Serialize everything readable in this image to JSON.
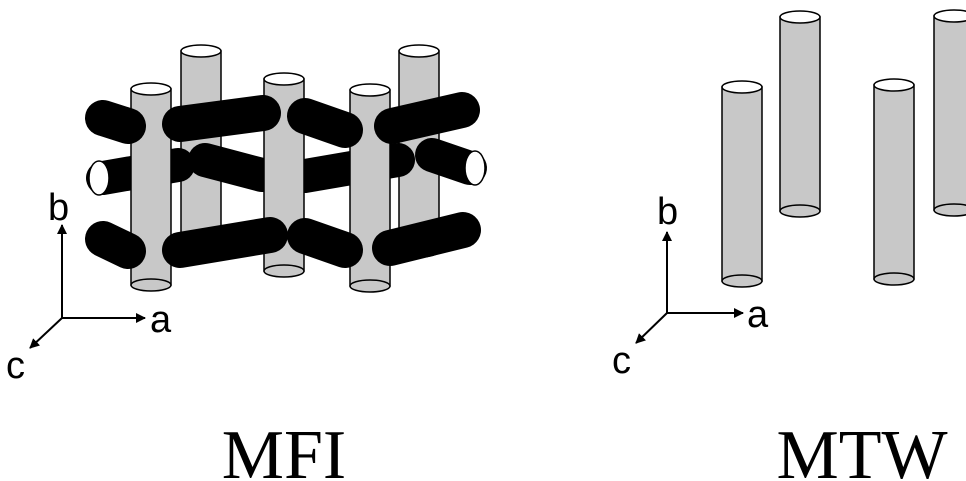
{
  "diagram": {
    "structures": [
      {
        "code": "MFI",
        "axes": {
          "a": "a",
          "b": "b",
          "c": "c"
        }
      },
      {
        "code": "MTW",
        "axes": {
          "a": "a",
          "b": "b",
          "c": "c"
        }
      }
    ],
    "colors": {
      "straight_channel": "#c8c8c8",
      "sinusoidal_channel": "#000000",
      "channel_end": "#ffffff",
      "outline": "#000000"
    }
  }
}
